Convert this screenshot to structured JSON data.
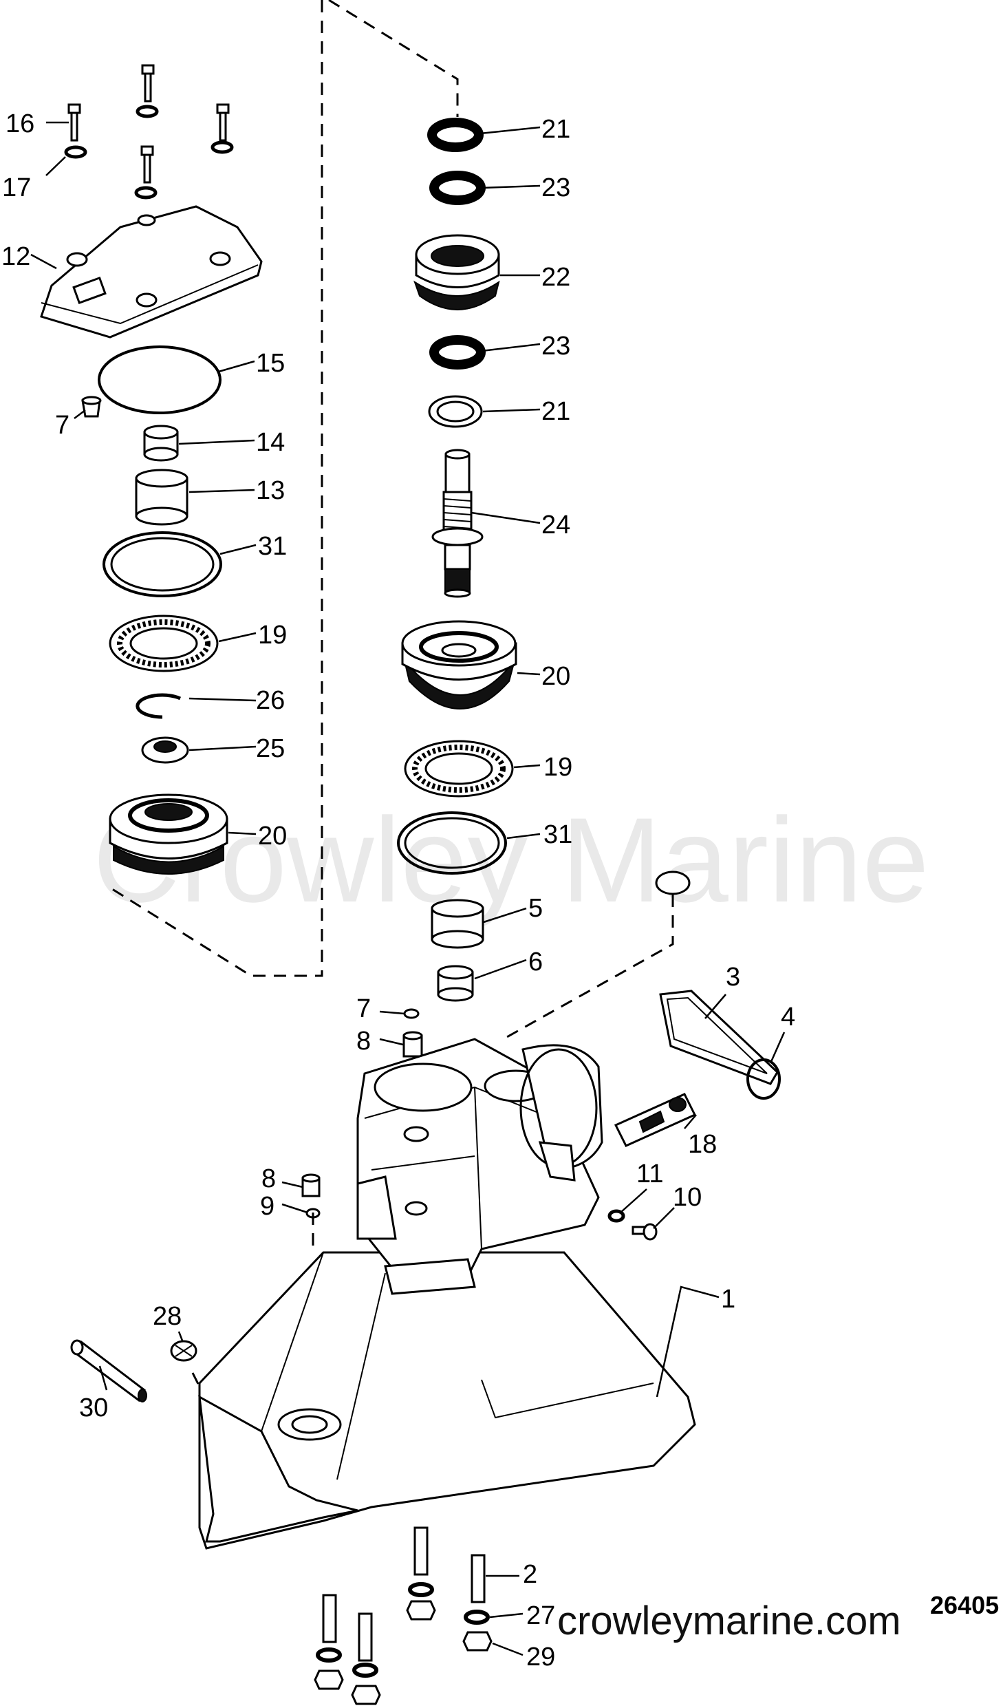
{
  "watermark": "Crowley Marine",
  "website": "crowleymarine.com",
  "diagram_number": "26405",
  "callouts": {
    "c1": "1",
    "c2": "2",
    "c3": "3",
    "c4": "4",
    "c5": "5",
    "c6": "6",
    "c7a": "7",
    "c7b": "7",
    "c8a": "8",
    "c8b": "8",
    "c9": "9",
    "c10": "10",
    "c11": "11",
    "c12": "12",
    "c13": "13",
    "c14": "14",
    "c15": "15",
    "c16": "16",
    "c17": "17",
    "c18": "18",
    "c19a": "19",
    "c19b": "19",
    "c20a": "20",
    "c20b": "20",
    "c21a": "21",
    "c21b": "21",
    "c22": "22",
    "c23a": "23",
    "c23b": "23",
    "c24": "24",
    "c25": "25",
    "c26": "26",
    "c27": "27",
    "c28": "28",
    "c29": "29",
    "c30": "30",
    "c31a": "31",
    "c31b": "31"
  }
}
